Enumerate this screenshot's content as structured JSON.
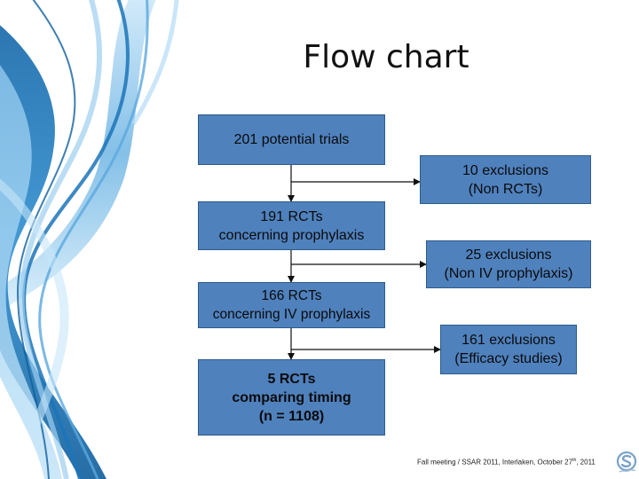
{
  "title": "Flow chart",
  "main_boxes": [
    {
      "lines": [
        "201 potential trials"
      ]
    },
    {
      "lines": [
        "191 RCTs",
        "concerning prophylaxis"
      ]
    },
    {
      "lines": [
        "166 RCTs",
        "concerning IV prophylaxis"
      ]
    },
    {
      "lines": [
        "5 RCTs",
        "comparing timing",
        "(n = 1108)"
      ]
    }
  ],
  "exclusion_boxes": [
    {
      "lines": [
        "10 exclusions",
        "(Non RCTs)"
      ]
    },
    {
      "lines": [
        "25 exclusions",
        "(Non IV prophylaxis)"
      ]
    },
    {
      "lines": [
        "161 exclusions",
        "(Efficacy studies)"
      ]
    }
  ],
  "footer": {
    "text": "Fall meeting / SSAR 2011, Interlaken, October 27",
    "superscript": "th",
    "suffix": ", 2011"
  },
  "colors": {
    "box_fill": "#4f81bd",
    "box_border": "#2e5c8a",
    "swirl_dark": "#1a6fb0",
    "swirl_light": "#a9d6f2"
  },
  "logo_icon": "ssar-logo-icon"
}
